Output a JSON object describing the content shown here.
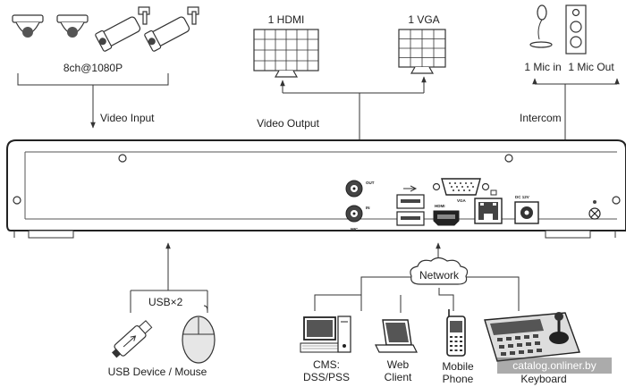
{
  "cameras": {
    "label": "8ch@1080P"
  },
  "video_input": {
    "label": "Video Input"
  },
  "video_output": {
    "label": "Video Output",
    "hdmi": "1 HDMI",
    "vga": "1 VGA"
  },
  "intercom": {
    "label": "Intercom",
    "mic_in": "1 Mic in",
    "mic_out": "1 Mic Out"
  },
  "usb": {
    "label": "USB×2",
    "devices": "USB Device / Mouse"
  },
  "network": {
    "label": "Network"
  },
  "clients": {
    "cms_line1": "CMS:",
    "cms_line2": "DSS/PSS",
    "web_line1": "Web",
    "web_line2": "Client",
    "mobile_line1": "Mobile",
    "mobile_line2": "Phone",
    "keyboard_line2": "Keyboard"
  },
  "panel": {
    "out": "OUT",
    "in": "IN",
    "mic": "MIC",
    "vga": "VGA",
    "hdmi": "HDMI",
    "power": "DC 12V"
  },
  "watermark": "catalog.onliner.by"
}
